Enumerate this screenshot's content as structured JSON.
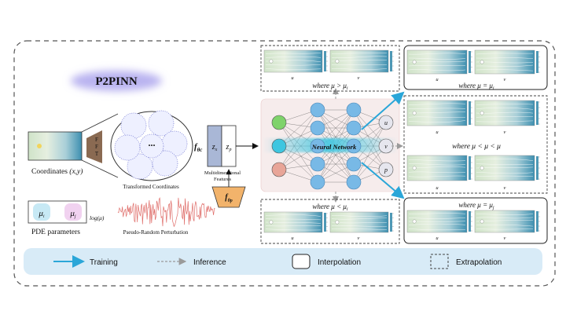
{
  "title": "P2PINN",
  "colors": {
    "training": "#2aa6d8",
    "inference": "#9a9a9a",
    "legend_bg": "#d8ebf7",
    "title_glow": "#b9b3f0",
    "f_theta_c": "#a9b7d6",
    "f_theta_p": "#f2b36b",
    "nn_bg": "#f6ecec",
    "neuron": "#78b9e6",
    "input_green": "#7fd36b",
    "input_red": "#e8a598",
    "output_node": "#e6e6ee",
    "field_blue": "#2f86a8",
    "field_green": "#cfe3c8"
  },
  "left": {
    "coordinates_label": "Coordinates",
    "coordinates_xy": "(x,y)",
    "fft_label": "FFT",
    "ellipsis": "...",
    "transformed_label": "Transformed Coordinates",
    "pde_label": "PDE parameters",
    "mu_i": "μ",
    "mu_i_sub": "i",
    "mu_j": "μ",
    "mu_j_sub": "j",
    "log_mu": "log(μ)",
    "perturbation_label": "Pseudo-Random Perturbation"
  },
  "mid": {
    "f_theta_c": "f",
    "f_theta_c_sub": "θc",
    "z_x": "z",
    "z_x_sub": "x",
    "z_p": "z",
    "z_p_sub": "p",
    "features_label_1": "Multidimensional",
    "features_label_2": "Features",
    "f_theta_p": "f",
    "f_theta_p_sub": "θp"
  },
  "network": {
    "label": "Neural Network",
    "outputs": [
      "u",
      "v",
      "p"
    ]
  },
  "panels": {
    "top_left": {
      "caption": "where μ > μ",
      "sub": "i",
      "labels": [
        "u",
        "v"
      ]
    },
    "bottom_left": {
      "caption": "where μ < μ",
      "sub": "i",
      "labels": [
        "u",
        "v"
      ]
    },
    "right_top": {
      "caption": "where μ = μ",
      "sub": "i",
      "labels": [
        "u",
        "v"
      ]
    },
    "right_mid": {
      "caption": "where μ < μ < μ",
      "subs": [
        "i",
        "j"
      ],
      "labels_top": [
        "u",
        "v"
      ],
      "labels_bottom": [
        "u",
        "v"
      ]
    },
    "right_bottom": {
      "caption": "where μ = μ",
      "sub": "j",
      "labels": [
        "u",
        "v"
      ]
    }
  },
  "legend": {
    "training": "Training",
    "inference": "Inference",
    "interpolation": "Interpolation",
    "extrapolation": "Extrapolation"
  }
}
